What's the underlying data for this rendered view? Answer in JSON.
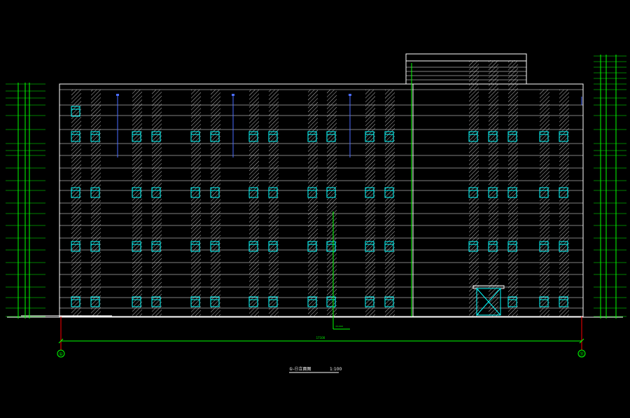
{
  "drawing": {
    "caption": "①-⑪立面图",
    "scale": "1:100",
    "overall_dimension": "17100",
    "axis_left": "①",
    "axis_right": "⑪",
    "level_note": "±0.000",
    "colors": {
      "background": "#000000",
      "outline": "#ffffff",
      "dimension": "#00ff00",
      "window": "#00ffff",
      "hatch": "#c8c8c8",
      "grid_marker": "#ff0000",
      "pipe": "#4a6cff"
    }
  }
}
